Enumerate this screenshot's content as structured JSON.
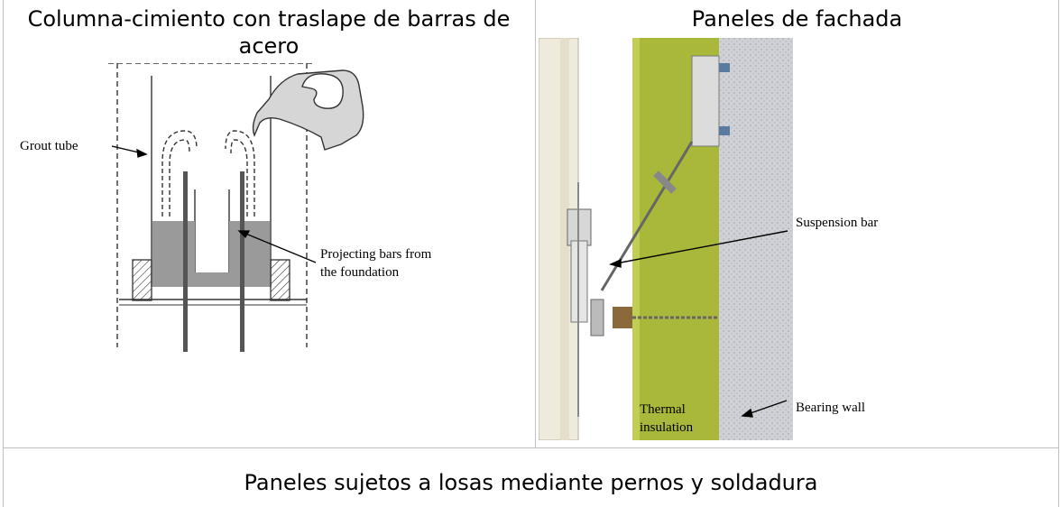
{
  "table": {
    "left_cell": {
      "heading": "Columna-cimiento con traslape de barras de acero",
      "figure": {
        "label_grout": "Grout tube",
        "label_bars_1": "Projecting bars from",
        "label_bars_2": "the foundation"
      }
    },
    "right_cell": {
      "heading": "Paneles de fachada",
      "figure": {
        "label_suspension": "Suspension bar",
        "label_thermal_1": "Thermal",
        "label_thermal_2": "insulation",
        "label_bearing": "Bearing wall"
      }
    },
    "bottom_row": {
      "heading": "Paneles sujetos a losas mediante pernos y soldadura"
    }
  }
}
